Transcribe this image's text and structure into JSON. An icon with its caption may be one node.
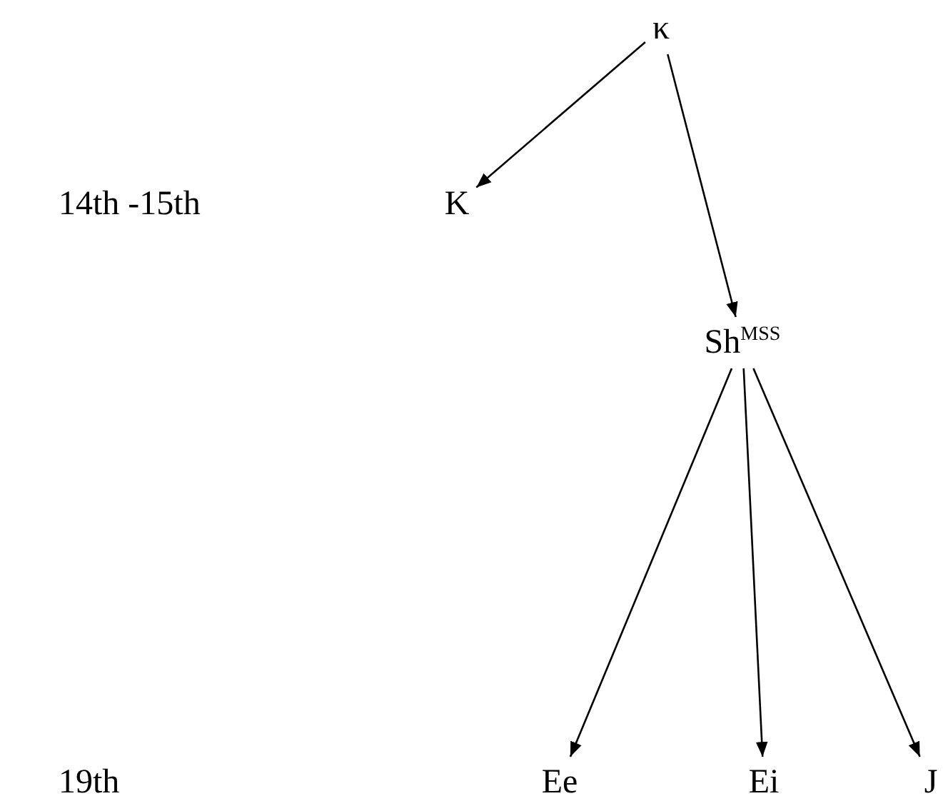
{
  "diagram": {
    "nodes": [
      {
        "text": [
          "κ"
        ]
      },
      {
        "text": [
          "K"
        ]
      },
      {
        "text": [
          "Sh$^{MSS}$"
        ]
      },
      {
        "text": [
          "Ee"
        ]
      },
      {
        "text": [
          "Ei"
        ]
      },
      {
        "text": [
          "J"
        ]
      }
    ],
    "edges": [
      {
        "from": 0,
        "to": 1,
        "arrow": "to"
      },
      {
        "from": 0,
        "to": 2,
        "arrow": "to"
      },
      {
        "from": 2,
        "to": 3,
        "arrow": "to"
      },
      {
        "from": 2,
        "to": 4,
        "arrow": "to"
      },
      {
        "from": 2,
        "to": 5,
        "arrow": "to"
      }
    ],
    "labels": [
      "14th -15th",
      "19th"
    ]
  }
}
